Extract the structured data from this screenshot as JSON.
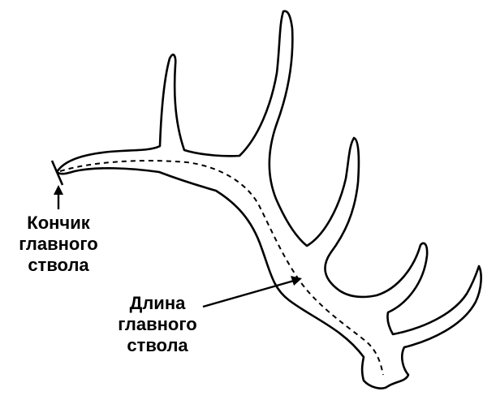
{
  "diagram": {
    "labels": {
      "tip": [
        "Кончик",
        "главного",
        "ствола"
      ],
      "length": [
        "Длина",
        "главного",
        "ствола"
      ]
    },
    "colors": {
      "line": "#000000",
      "fill": "#ffffff"
    }
  }
}
